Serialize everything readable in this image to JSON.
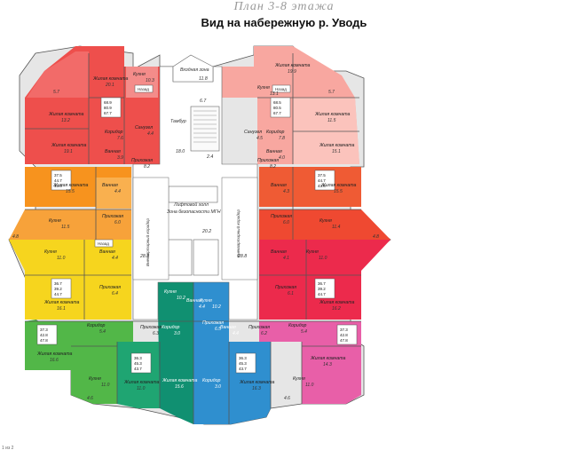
{
  "header": {
    "plan_title": "План 3-8 этажа",
    "view_title": "Вид на набережную р. Уводь"
  },
  "page_number": "1 из 2",
  "core": {
    "lift_hall": "Лифтовой холл",
    "safe_zone": "Зона безопасности МГН",
    "lobby": "Тамбур",
    "vestibule": "Входная зона",
    "corridor_left": "Внеквартирный коридор",
    "corridor_right": "Внеквартирный коридор",
    "areas": [
      "11.8",
      "6.7",
      "18.0",
      "2.4",
      "20.2",
      "28.8",
      "28.8"
    ]
  },
  "labels": {
    "living": "Жилая комната",
    "kitchen": "Кухня",
    "corridor": "Коридор",
    "bath": "Ванная",
    "hall": "Прихожая",
    "wc": "Санузел",
    "tag": "Назад"
  },
  "rooms": [
    {
      "label": "Жилая комната",
      "area": "20.1"
    },
    {
      "label": "Кухня",
      "area": "10.3"
    },
    {
      "label": "Жилая комната",
      "area": "13.2"
    },
    {
      "label": "Жилая комната",
      "area": "19.1"
    },
    {
      "label": "Коридор",
      "area": "7.6"
    },
    {
      "label": "Санузел",
      "area": "4.4"
    },
    {
      "label": "Ванная",
      "area": "3.9"
    },
    {
      "label": "Прихожая",
      "area": "8.2"
    },
    {
      "label": "Кухня",
      "area": "13.1"
    },
    {
      "label": "Жилая комната",
      "area": "19.9"
    },
    {
      "label": "Жилая комната",
      "area": "11.5"
    },
    {
      "label": "Жилая комната",
      "area": "15.1"
    },
    {
      "label": "Коридор",
      "area": "7.8"
    },
    {
      "label": "Санузел",
      "area": "4.5"
    },
    {
      "label": "Ванная",
      "area": "4.0"
    },
    {
      "label": "Прихожая",
      "area": "8.2"
    },
    {
      "label": "Жилая комната",
      "area": "15.5"
    },
    {
      "label": "Кухня",
      "area": "11.5"
    },
    {
      "label": "Ванная",
      "area": "4.4"
    },
    {
      "label": "Прихожая",
      "area": "6.0"
    },
    {
      "label": "Жилая комната",
      "area": "15.5"
    },
    {
      "label": "Кухня",
      "area": "11.4"
    },
    {
      "label": "Ванная",
      "area": "4.3"
    },
    {
      "label": "Прихожая",
      "area": "6.0"
    },
    {
      "label": "Кухня",
      "area": "11.0"
    },
    {
      "label": "Ванная",
      "area": "4.4"
    },
    {
      "label": "Жилая комната",
      "area": "16.1"
    },
    {
      "label": "Прихожая",
      "area": "6.4"
    },
    {
      "label": "Кухня",
      "area": "11.0"
    },
    {
      "label": "Ванная",
      "area": "4.1"
    },
    {
      "label": "Жилая комната",
      "area": "16.2"
    },
    {
      "label": "Прихожая",
      "area": "6.1"
    },
    {
      "label": "Жилая комната",
      "area": "16.6"
    },
    {
      "label": "Коридор",
      "area": "5.4"
    },
    {
      "label": "Кухня",
      "area": "11.0"
    },
    {
      "label": "Жилая комната",
      "area": "11.0"
    },
    {
      "label": "Прихожая",
      "area": "6.3"
    },
    {
      "label": "Жилая комната",
      "area": "16.3"
    },
    {
      "label": "Коридор",
      "area": "5.4"
    },
    {
      "label": "Кухня",
      "area": "11.0"
    },
    {
      "label": "Жилая комната",
      "area": "14.3"
    },
    {
      "label": "Прихожая",
      "area": "6.2"
    },
    {
      "label": "Кухня",
      "area": "10.2"
    },
    {
      "label": "Ванная",
      "area": "4.4"
    },
    {
      "label": "Коридор",
      "area": "3.0"
    },
    {
      "label": "Жилая комната",
      "area": "15.6"
    },
    {
      "label": "Прихожая",
      "area": "6.5"
    },
    {
      "label": "Кухня",
      "area": "10.2"
    },
    {
      "label": "Ванная",
      "area": "4.4"
    },
    {
      "label": "Коридор",
      "area": "3.0"
    },
    {
      "label": "Жилая комната",
      "area": "15.6"
    }
  ],
  "small_areas": [
    "4.8",
    "4.8",
    "5.7",
    "5.7",
    "4.6",
    "4.6"
  ],
  "unit_stats": [
    {
      "totals": [
        "68.9",
        "80.9",
        "67.7"
      ]
    },
    {
      "totals": [
        "68.5",
        "80.5",
        "67.7"
      ]
    },
    {
      "totals": [
        "37.5",
        "44.7",
        "43.8"
      ]
    },
    {
      "totals": [
        "37.5",
        "44.7",
        "43.8"
      ]
    },
    {
      "totals": [
        "36.7",
        "39.2",
        "44.7"
      ]
    },
    {
      "totals": [
        "36.7",
        "39.2",
        "44.7"
      ]
    },
    {
      "totals": [
        "37.3",
        "42.8",
        "47.8"
      ]
    },
    {
      "totals": [
        "37.3",
        "42.8",
        "47.8"
      ]
    },
    {
      "totals": [
        "36.3",
        "45.3",
        "43.7"
      ]
    },
    {
      "totals": [
        "36.3",
        "45.3",
        "43.7"
      ]
    }
  ],
  "colors": {
    "red": "#ee4f4c",
    "salmon": "#f8a7a0",
    "light_salmon": "#fbc3bc",
    "orange": "#f7931e",
    "orange_red": "#ef5b34",
    "yellow": "#f6d51e",
    "magenta_red": "#ec2a4c",
    "green": "#52b748",
    "pink": "#e85fa8",
    "teal": "#1fa572",
    "dark_teal": "#109071",
    "blue": "#2f8fcf",
    "gray": "#e6e6e6",
    "core": "#ffffff"
  }
}
